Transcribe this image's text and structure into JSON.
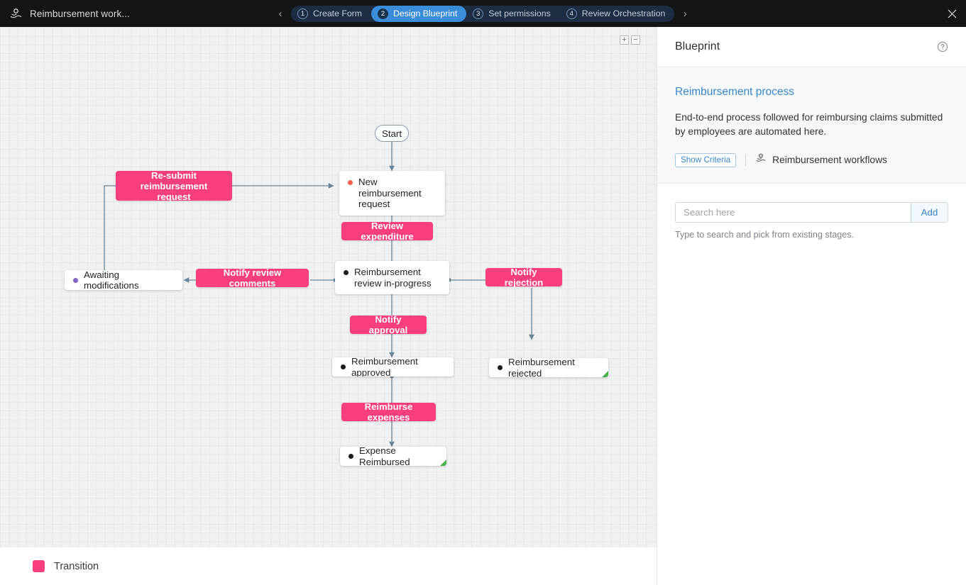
{
  "topbar": {
    "app_icon": "workflow-icon",
    "title": "Reimbursement work...",
    "prev_label": "‹",
    "next_label": "›",
    "close_icon": "close-icon",
    "steps": [
      {
        "num": "1",
        "label": "Create Form",
        "active": false
      },
      {
        "num": "2",
        "label": "Design Blueprint",
        "active": true
      },
      {
        "num": "3",
        "label": "Set permissions",
        "active": false
      },
      {
        "num": "4",
        "label": "Review Orchestration",
        "active": false
      }
    ]
  },
  "canvas": {
    "zoom_in_label": "+",
    "zoom_out_label": "−",
    "legend": {
      "label": "Transition",
      "color": "#fa3e7e"
    },
    "start_label": "Start",
    "states": [
      {
        "id": "new-request",
        "label": "New reimbursement request",
        "dot": "#f4624f",
        "flag": false
      },
      {
        "id": "awaiting-mods",
        "label": "Awaiting modifications",
        "dot": "#8a63c7",
        "flag": false
      },
      {
        "id": "review-in-progress",
        "label": "Reimbursement review in-progress",
        "dot": "#1c1c1c",
        "flag": false
      },
      {
        "id": "approved",
        "label": "Reimbursement approved",
        "dot": "#1c1c1c",
        "flag": false
      },
      {
        "id": "rejected",
        "label": "Reimbursement rejected",
        "dot": "#1c1c1c",
        "flag": true
      },
      {
        "id": "reimbursed",
        "label": "Expense Reimbursed",
        "dot": "#1c1c1c",
        "flag": true
      }
    ],
    "transitions": [
      {
        "id": "re-submit",
        "label": "Re-submit reimbursement request"
      },
      {
        "id": "review-exp",
        "label": "Review expenditure"
      },
      {
        "id": "notify-comments",
        "label": "Notify review comments"
      },
      {
        "id": "notify-rejection",
        "label": "Notify rejection"
      },
      {
        "id": "notify-approval",
        "label": "Notify approval"
      },
      {
        "id": "reimburse-exp",
        "label": "Reimburse expenses"
      }
    ]
  },
  "panel": {
    "title": "Blueprint",
    "help_icon": "help-icon",
    "process_name": "Reimbursement process",
    "process_desc": "End-to-end process followed for reimbursing claims submitted by employees are automated here.",
    "show_criteria_label": "Show Criteria",
    "workflow_icon": "workflow-icon",
    "workflow_label": "Reimbursement workflows",
    "search_placeholder": "Search here",
    "search_value": "",
    "add_label": "Add",
    "search_hint": "Type to search and pick from existing stages."
  }
}
